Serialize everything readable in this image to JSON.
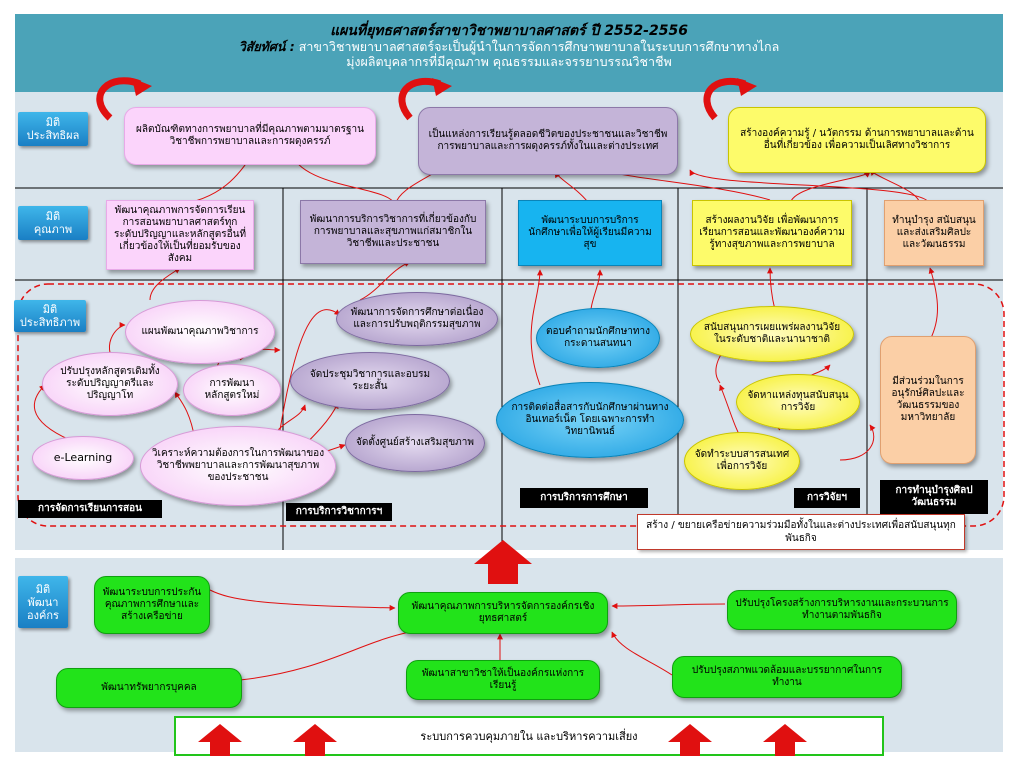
{
  "header": {
    "title": "แผนที่ยุทธศาสตร์สาขาวิชาพยาบาลศาสตร์ ปี 2552-2556",
    "vision_label": "วิสัยทัศน์ :",
    "vision_text": " สาขาวิชาพยาบาลศาสตร์จะเป็นผู้นำในการจัดการศึกษาพยาบาลในระบบการศึกษาทางไกล",
    "vision_line2": "มุ่งผลิตบุคลากรที่มีคุณภาพ คุณธรรมและจรรยาบรรณวิชาชีพ"
  },
  "dimensions": {
    "effectiveness": "มิติ\nประสิทธิผล",
    "quality": "มิติ\nคุณภาพ",
    "efficiency": "มิติ\nประสิทธิภาพ",
    "org_dev": "มิติ\nพัฒนา\nองค์กร"
  },
  "effectiveness": {
    "goal1": "ผลิตบัณฑิตทางการพยาบาลที่มีคุณภาพตามมาตรฐานวิชาชีพการพยาบาลและการผดุงครรภ์",
    "goal2": "เป็นแหล่งการเรียนรู้ตลอดชีวิตของประชาชนและวิชาชีพการพยาบาลและการผดุงครรภ์ทั้งในและต่างประเทศ",
    "goal3": "สร้างองค์ความรู้ / นวัตกรรม ด้านการพยาบาลและด้านอื่นที่เกี่ยวข้อง เพื่อความเป็นเลิศทางวิชาการ"
  },
  "quality": {
    "q1": "พัฒนาคุณภาพการจัดการเรียนการสอนพยาบาลศาสตร์ทุกระดับปริญญาและหลักสูตรอื่นที่เกี่ยวข้องให้เป็นที่ยอมรับของสังคม",
    "q2": "พัฒนาการบริการวิชาการที่เกี่ยวข้องกับการพยาบาลและสุขภาพแก่สมาชิกในวิชาชีพและประชาชน",
    "q3": "พัฒนาระบบการบริการนักศึกษาเพื่อให้ผู้เรียนมีความสุข",
    "q4": "สร้างผลงานวิจัย เพื่อพัฒนาการเรียนการสอนและพัฒนาองค์ความรู้ทางสุขภาพและการพยาบาล",
    "q5": "ทำนุบำรุง สนับสนุนและส่งเสริมศิลปะและวัฒนธรรม"
  },
  "efficiency": {
    "plan": "แผนพัฒนาคุณภาพวิชาการ",
    "improve_curriculum": "ปรับปรุงหลักสูตรเดิมทั้งระดับปริญญาตรีและปริญญาโท",
    "new_curriculum": "การพัฒนาหลักสูตรใหม่",
    "elearning": "e-Learning",
    "analyze_needs": "วิเคราะห์ความต้องการในการพัฒนาของวิชาชีพพยาบาลและการพัฒนาสุขภาพของประชาชน",
    "continuing_ed": "พัฒนาการจัดการศึกษาต่อเนื่องและการปรับพฤติกรรมสุขภาพ",
    "conference": "จัดประชุมวิชาการและอบรมระยะสั้น",
    "health_center": "จัดตั้งศูนย์สร้างเสริมสุขภาพ",
    "answer_questions": "ตอบคำถามนักศึกษาทางกระดานสนทนา",
    "contact_students": "การติดต่อสื่อสารกับนักศึกษาผ่านทางอินเทอร์เน็ต โดยเฉพาะการทำวิทยานิพนธ์",
    "support_publish": "สนับสนุนการเผยแพร่ผลงานวิจัยในระดับชาติและนานาชาติ",
    "fund_research": "จัดหาแหล่งทุนสนับสนุนการวิจัย",
    "info_system": "จัดทำระบบสารสนเทศเพื่อการวิจัย",
    "arts_participation": "มีส่วนร่วมในการอนุรักษ์ศิลปะและวัฒนธรรมของมหาวิทยาลัย"
  },
  "section_labels": {
    "teaching": "การจัดการเรียนการสอน",
    "academic_service": "การบริการวิชาการฯ",
    "education_service": "การบริการการศึกษา",
    "research": "การวิจัยฯ",
    "arts": "การทำนุบำรุงศิลปวัฒนธรรม"
  },
  "network_note": "สร้าง / ขยายเครือข่ายความร่วมมือทั้งในและต่างประเทศเพื่อสนับสนุนทุกพันธกิจ",
  "org": {
    "quality_system": "พัฒนาระบบการประกันคุณภาพการศึกษาและสร้างเครือข่าย",
    "hr": "พัฒนาทรัพยากรบุคคล",
    "center": "พัฒนาคุณภาพการบริหารจัดการองค์กรเชิงยุทธศาสตร์",
    "learning_org": "พัฒนาสาขาวิชาให้เป็นองค์กรแห่งการเรียนรู้",
    "restructure": "ปรับปรุงโครงสร้างการบริหารงานและกระบวนการทำงานตามพันธกิจ",
    "environment": "ปรับปรุงสภาพแวดล้อมและบรรยากาศในการทำงาน",
    "internal_control": "ระบบการควบคุมภายใน และบริหารความเสี่ยง"
  },
  "colors": {
    "header": "#4ba3b8",
    "band": "#d9e4ec",
    "arrow": "#e01010",
    "dashed": "#e01010"
  }
}
